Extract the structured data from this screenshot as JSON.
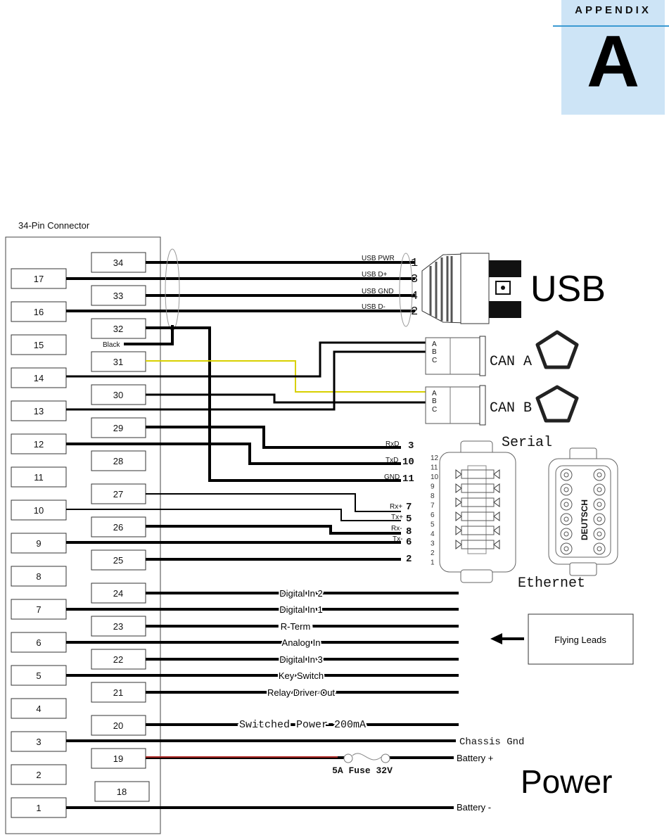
{
  "appendix": {
    "word": "APPENDIX",
    "letter": "A"
  },
  "connector": {
    "title": "34-Pin Connector",
    "left_pins": [
      "17",
      "16",
      "15",
      "14",
      "13",
      "12",
      "11",
      "10",
      "9",
      "8",
      "7",
      "6",
      "5",
      "4",
      "3",
      "2",
      "1"
    ],
    "right_pins": [
      "34",
      "33",
      "32",
      "31",
      "30",
      "29",
      "28",
      "27",
      "26",
      "25",
      "24",
      "23",
      "22",
      "21",
      "20",
      "19",
      "18"
    ],
    "shield_label": "Black"
  },
  "usb": {
    "title": "USB",
    "signals": [
      {
        "label": "USB PWR",
        "pin": "1"
      },
      {
        "label": "USB D+",
        "pin": "3"
      },
      {
        "label": "USB GND",
        "pin": "4"
      },
      {
        "label": "USB D-",
        "pin": "2"
      }
    ]
  },
  "can": {
    "a_title": "CAN A",
    "b_title": "CAN B",
    "pin_letters": [
      "A",
      "B",
      "C"
    ]
  },
  "serial": {
    "title": "Serial",
    "signals": [
      {
        "label": "RxD",
        "pin": "3"
      },
      {
        "label": "TxD",
        "pin": "10"
      },
      {
        "label": "GND",
        "pin": "11"
      }
    ],
    "pin_numbers": [
      "12",
      "11",
      "10",
      "9",
      "8",
      "7",
      "6",
      "5",
      "4",
      "3",
      "2",
      "1"
    ]
  },
  "ethernet": {
    "title": "Ethernet",
    "brand": "DEUTSCH",
    "signals": [
      {
        "label": "Rx+",
        "pin": "7"
      },
      {
        "label": "Tx+",
        "pin": "5"
      },
      {
        "label": "Rx-",
        "pin": "8"
      },
      {
        "label": "Tx-",
        "pin": "6"
      },
      {
        "label": "",
        "pin": "2"
      }
    ]
  },
  "flying_leads": {
    "box_label": "Flying Leads",
    "signals": [
      "Digital In 2",
      "Digital In 1",
      "R-Term",
      "Analog In",
      "Digital In 3",
      "Key Switch",
      "Relay Driver Out"
    ]
  },
  "power": {
    "title": "Power",
    "switched": "Switched Power 200mA",
    "chassis": "Chassis Gnd",
    "battery_plus": "Battery +",
    "battery_minus": "Battery -",
    "fuse": "5A Fuse 32V"
  },
  "colors": {
    "appendix_bg": "#cde4f6",
    "appendix_rule": "#3b9ad2",
    "battery_wire": "#e0302a",
    "can_wire": "#e6e000"
  }
}
